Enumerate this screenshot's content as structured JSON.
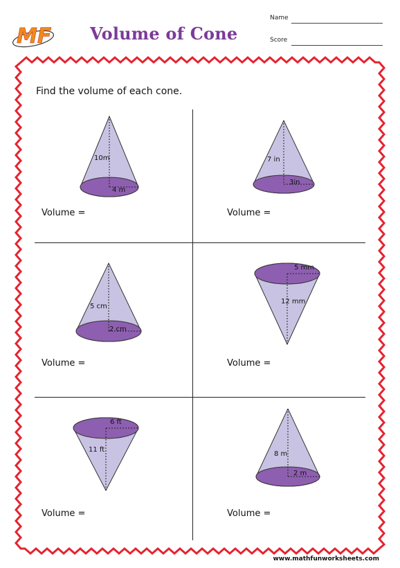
{
  "header": {
    "title": "Volume of Cone",
    "name_label": "Name",
    "score_label": "Score",
    "logo_text": "MF"
  },
  "instruction": "Find the volume of each cone.",
  "volume_label": "Volume =",
  "problems": [
    {
      "height": "10m",
      "radius": "4 m",
      "orientation": "up"
    },
    {
      "height": "7 in",
      "radius": "3in",
      "orientation": "up"
    },
    {
      "height": "5 cm",
      "radius": "2 cm",
      "orientation": "up"
    },
    {
      "height": "12 mm",
      "radius": "5 mm",
      "orientation": "down"
    },
    {
      "height": "11 ft",
      "radius": "6 ft",
      "orientation": "down"
    },
    {
      "height": "8 m",
      "radius": "2 m",
      "orientation": "up"
    }
  ],
  "colors": {
    "title": "#7b3b99",
    "cone_body": "#c9c3e3",
    "cone_base": "#8e5fb0",
    "border": "#e5232f"
  },
  "footer": "www.mathfunworksheets.com"
}
